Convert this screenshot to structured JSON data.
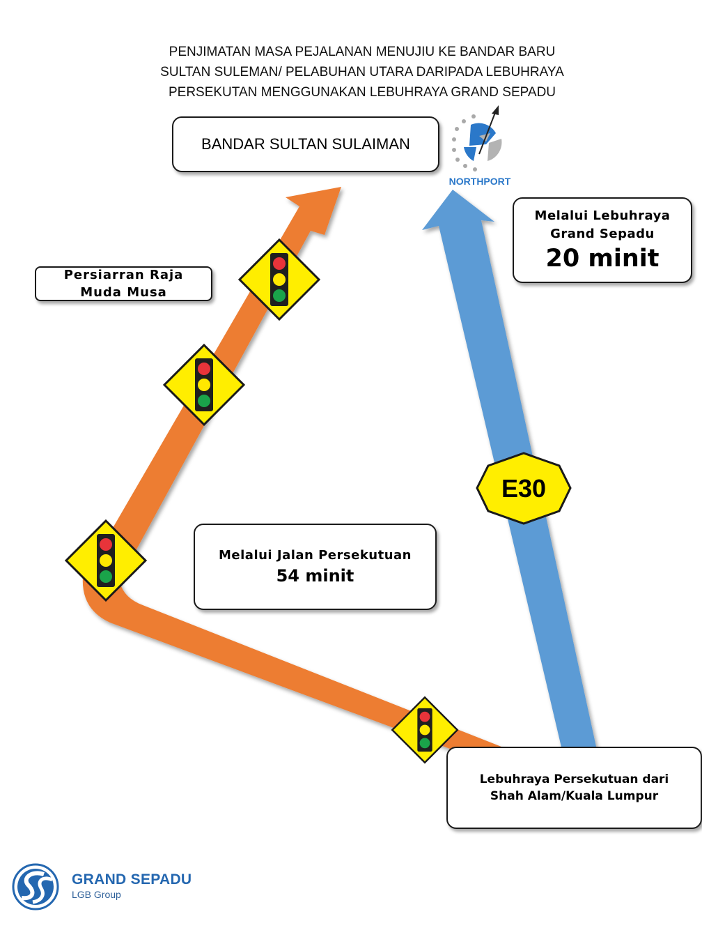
{
  "title": {
    "line1": "PENJIMATAN MASA  PEJALANAN MENUJIU KE BANDAR BARU",
    "line2": "SULTAN SULEMAN/ PELABUHAN UTARA DARIPADA LEBUHRAYA",
    "line3": "PERSEKUTAN MENGGUNAKAN LEBUHRAYA GRAND SEPADU"
  },
  "destination": {
    "label": "BANDAR SULTAN SULAIMAN"
  },
  "northport": {
    "label": "NORTHPORT",
    "icon": "northport-globe-logo"
  },
  "road_label": {
    "line1": "Persiarran Raja",
    "line2": "Muda Musa"
  },
  "route_sepadu": {
    "line1": "Melalui Lebuhraya",
    "line2": "Grand Sepadu",
    "time": "20 minit",
    "color": "#5b9bd5"
  },
  "route_jalan": {
    "line1": "Melalui Jalan Persekutuan",
    "time": "54 minit",
    "color": "#ed7d31"
  },
  "start": {
    "line1": "Lebuhraya Persekutuan dari",
    "line2": "Shah Alam/Kuala Lumpur"
  },
  "highway_sign": {
    "label": "E30",
    "color": "#ffee00"
  },
  "traffic_light": {
    "icon": "traffic-light-icon",
    "sign_color": "#ffee00",
    "lamps": [
      "#e8343a",
      "#ffe800",
      "#1aa34a"
    ]
  },
  "brand": {
    "name": "GRAND SEPADU",
    "sub": "LGB Group",
    "icon": "grand-sepadu-logo",
    "color": "#2467b0"
  }
}
